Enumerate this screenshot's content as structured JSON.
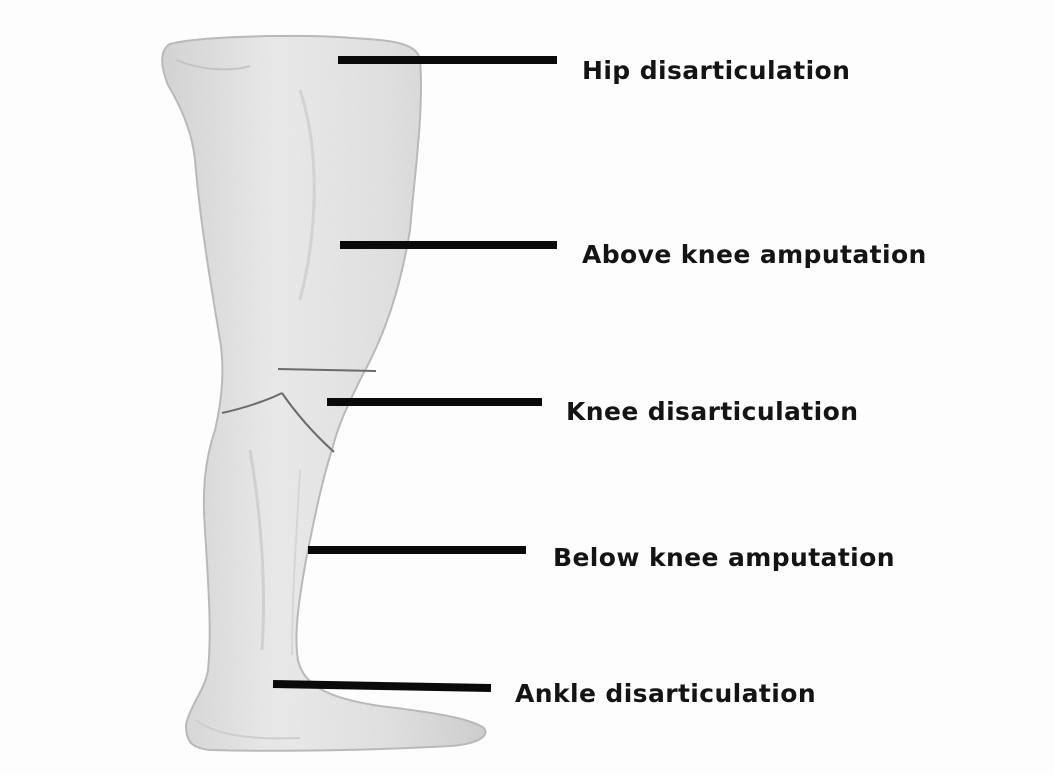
{
  "figure": {
    "levels": [
      {
        "id": "hip",
        "label": "Hip disarticulation"
      },
      {
        "id": "above_knee",
        "label": "Above knee amputation"
      },
      {
        "id": "knee",
        "label": "Knee disarticulation"
      },
      {
        "id": "below_knee",
        "label": "Below knee amputation"
      },
      {
        "id": "ankle",
        "label": "Ankle disarticulation"
      }
    ],
    "colors": {
      "leg_fill": "#e6e6e6",
      "leg_outline": "#b9b9b9",
      "pointer": "#0a0a0a",
      "knee_cut_line": "#6b6b6b",
      "label_text": "#141414"
    }
  }
}
